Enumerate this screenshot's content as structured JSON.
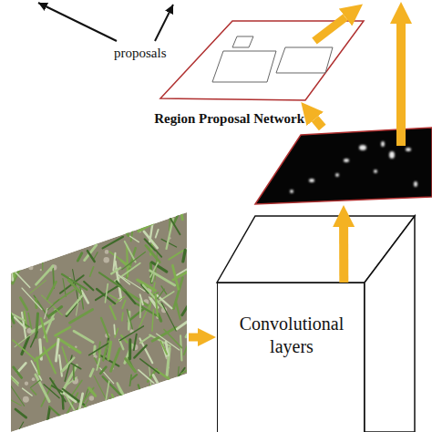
{
  "diagram": {
    "nodes": [
      {
        "text": [
          "proposals"
        ]
      },
      {
        "text": [
          "Region Proposal Network"
        ]
      },
      {
        "text": [
          "Convolutional layers"
        ]
      }
    ],
    "edges": [
      {
        "from": 2,
        "to": 1,
        "arrow": "to"
      },
      {
        "from": 1,
        "to": 0,
        "arrow": "to"
      }
    ]
  }
}
